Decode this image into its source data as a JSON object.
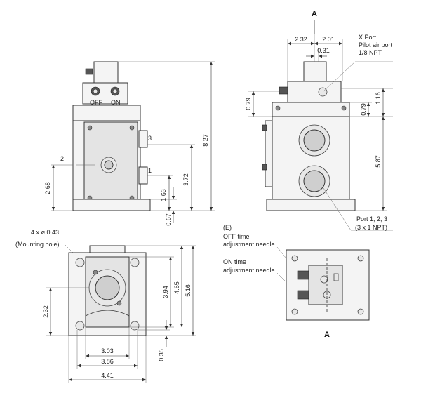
{
  "front_view": {
    "label_off": "OFF",
    "label_on": "ON",
    "port_3": "3",
    "port_2": "2",
    "port_1": "1",
    "dim_8_27": "8.27",
    "dim_3_72": "3.72",
    "dim_1_63": "1.63",
    "dim_2_68": "2.68",
    "dim_0_67": "0.67"
  },
  "side_view": {
    "section_mark": "A",
    "dim_2_32": "2.32",
    "dim_2_01": "2.01",
    "dim_0_31": "0.31",
    "x_port_line1": "X Port",
    "x_port_line2": "Pilot air port",
    "x_port_line3": "1/8 NPT",
    "dim_0_79_left": "0.79",
    "dim_0_79_right": "0.79",
    "dim_1_16": "1.16",
    "dim_5_87": "5.87",
    "ports_line1": "Port 1, 2, 3",
    "ports_line2": "(3 x 1 NPT)"
  },
  "bottom_view": {
    "hole_line1": "4 x ø 0.43",
    "hole_line2": "(Mounting hole)",
    "dim_3_94": "3.94",
    "dim_4_65": "4.65",
    "dim_5_16": "5.16",
    "dim_2_32": "2.32",
    "dim_3_03": "3.03",
    "dim_3_86": "3.86",
    "dim_4_41": "4.41",
    "dim_0_35": "0.35"
  },
  "view_e": {
    "title": "(E)",
    "off_line1": "OFF time",
    "off_line2": "adjustment needle",
    "on_line1": "ON time",
    "on_line2": "adjustment needle",
    "section_mark": "A"
  }
}
